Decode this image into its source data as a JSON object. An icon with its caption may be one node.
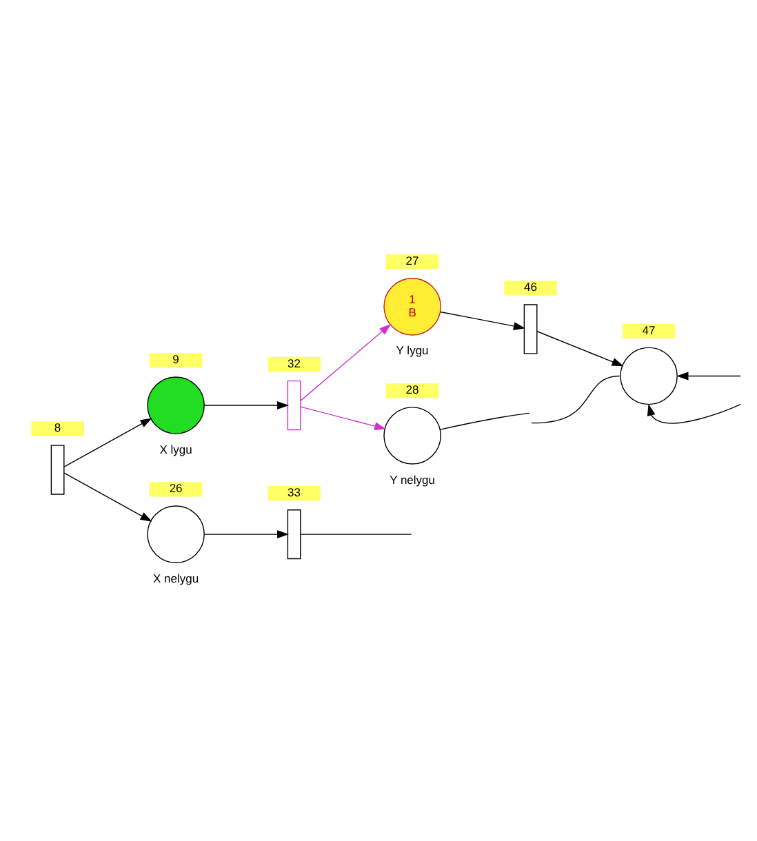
{
  "diagram": {
    "nodes": [
      {
        "text": [],
        "shape": "circle",
        "beside": [
          "47"
        ]
      },
      {
        "text": [],
        "shape": "bar",
        "beside": [
          "46"
        ]
      },
      {
        "text": [
          "1",
          "B"
        ],
        "beside": [
          "27",
          "Y lygu"
        ]
      },
      {
        "text": [],
        "shape": "circle",
        "beside": [
          "28",
          "Y nelygu"
        ]
      },
      {
        "text": [],
        "shape": "bar",
        "beside": [
          "8"
        ]
      },
      {
        "text": [],
        "shape": "circle",
        "beside": [
          "9",
          "X lygu"
        ]
      },
      {
        "text": [],
        "shape": "bar",
        "beside": [
          "32"
        ]
      },
      {
        "text": [],
        "shape": "circle",
        "beside": [
          "26",
          "X nelygu"
        ]
      },
      {
        "text": [],
        "shape": "bar",
        "beside": [
          "33"
        ]
      }
    ],
    "edges": [
      {
        "from": null,
        "to": 0,
        "arrow": "none"
      },
      {
        "from": 1,
        "to": 0,
        "arrow": "to"
      },
      {
        "from": 2,
        "to": 1,
        "arrow": "to"
      },
      {
        "from": 6,
        "to": 2,
        "arrow": "to",
        "color": "#cc33cc"
      },
      {
        "from": 6,
        "to": 3,
        "arrow": "to",
        "color": "#cc33cc"
      },
      {
        "from": 3,
        "to": null,
        "arrow": "none"
      },
      {
        "from": 4,
        "to": 5,
        "arrow": "to"
      },
      {
        "from": 4,
        "to": 7,
        "arrow": "to"
      },
      {
        "from": 5,
        "to": 6,
        "arrow": "to"
      },
      {
        "from": 7,
        "to": 8,
        "arrow": "to"
      },
      {
        "from": 8,
        "to": null,
        "arrow": "none"
      },
      {
        "from": null,
        "to": 0,
        "arrow": "to"
      },
      {
        "from": null,
        "to": 0,
        "arrow": "to"
      }
    ]
  }
}
